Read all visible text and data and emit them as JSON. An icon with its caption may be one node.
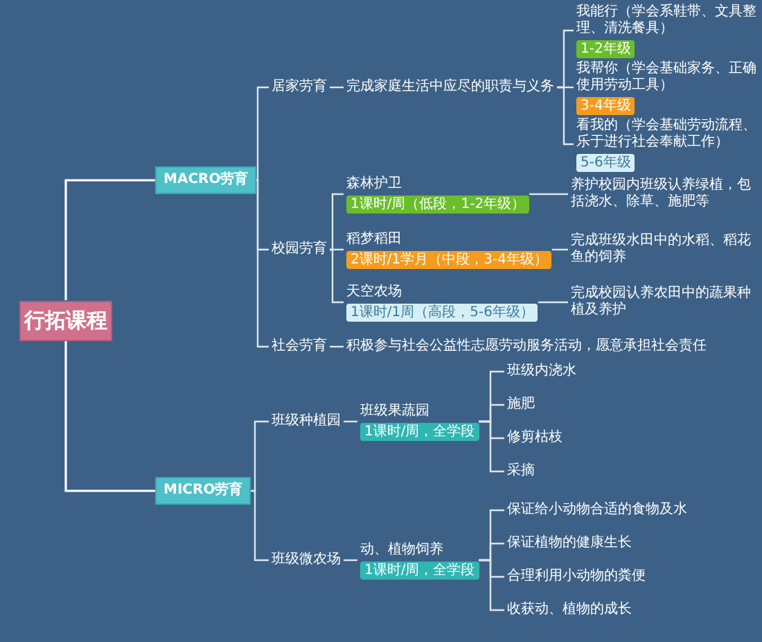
{
  "diagram": {
    "nodes": [
      {
        "text": [
          "行拓课程"
        ]
      },
      {
        "text": [
          "MACRO劳育"
        ]
      },
      {
        "text": [
          "居家劳育"
        ]
      },
      {
        "text": [
          "完成家庭生活中应尽的职责与义务"
        ]
      },
      {
        "text": [
          "我能行（学会系鞋带、文具整理、清洗餐具）",
          "1-2年级"
        ]
      },
      {
        "text": [
          "我帮你（学会基础家务、正确使用劳动工具）",
          "3-4年级"
        ]
      },
      {
        "text": [
          "看我的（学会基础劳动流程、乐于进行社会奉献工作）",
          "5-6年级"
        ]
      },
      {
        "text": [
          "校园劳育"
        ]
      },
      {
        "text": [
          "森林护卫",
          "1课时/周（低段，1-2年级）"
        ]
      },
      {
        "text": [
          "养护校园内班级认养绿植，包括浇水、除草、施肥等"
        ]
      },
      {
        "text": [
          "稻梦稻田",
          "2课时/1学月（中段，3-4年级）"
        ]
      },
      {
        "text": [
          "完成班级水田中的水稻、稻花鱼的饲养"
        ]
      },
      {
        "text": [
          "天空农场",
          "1课时/1周（高段，5-6年级）"
        ]
      },
      {
        "text": [
          "完成校园认养农田中的蔬果种植及养护"
        ]
      },
      {
        "text": [
          "社会劳育"
        ]
      },
      {
        "text": [
          "积极参与社会公益性志愿劳动服务活动，愿意承担社会责任"
        ]
      },
      {
        "text": [
          "MICRO劳育"
        ]
      },
      {
        "text": [
          "班级种植园"
        ]
      },
      {
        "text": [
          "班级果蔬园",
          "1课时/周，全学段"
        ]
      },
      {
        "text": [
          "班级内浇水"
        ]
      },
      {
        "text": [
          "施肥"
        ]
      },
      {
        "text": [
          "修剪枯枝"
        ]
      },
      {
        "text": [
          "采摘"
        ]
      },
      {
        "text": [
          "班级微农场"
        ]
      },
      {
        "text": [
          "动、植物饲养",
          "1课时/周，全学段"
        ]
      },
      {
        "text": [
          "保证给小动物合适的食物及水"
        ]
      },
      {
        "text": [
          "保证植物的健康生长"
        ]
      },
      {
        "text": [
          "合理利用小动物的粪便"
        ]
      },
      {
        "text": [
          "收获动、植物的成长"
        ]
      }
    ],
    "edges": [
      {
        "from": 0,
        "to": 1,
        "arrow": "none"
      },
      {
        "from": 0,
        "to": 16,
        "arrow": "none"
      },
      {
        "from": 1,
        "to": 2,
        "arrow": "none"
      },
      {
        "from": 1,
        "to": 7,
        "arrow": "none"
      },
      {
        "from": 1,
        "to": 14,
        "arrow": "none"
      },
      {
        "from": 2,
        "to": 3,
        "arrow": "none"
      },
      {
        "from": 3,
        "to": 4,
        "arrow": "none"
      },
      {
        "from": 3,
        "to": 5,
        "arrow": "none"
      },
      {
        "from": 3,
        "to": 6,
        "arrow": "none"
      },
      {
        "from": 7,
        "to": 8,
        "arrow": "none"
      },
      {
        "from": 7,
        "to": 10,
        "arrow": "none"
      },
      {
        "from": 7,
        "to": 12,
        "arrow": "none"
      },
      {
        "from": 8,
        "to": 9,
        "arrow": "none"
      },
      {
        "from": 10,
        "to": 11,
        "arrow": "none"
      },
      {
        "from": 12,
        "to": 13,
        "arrow": "none"
      },
      {
        "from": 14,
        "to": 15,
        "arrow": "none"
      },
      {
        "from": 16,
        "to": 17,
        "arrow": "none"
      },
      {
        "from": 16,
        "to": 23,
        "arrow": "none"
      },
      {
        "from": 17,
        "to": 18,
        "arrow": "none"
      },
      {
        "from": 18,
        "to": 19,
        "arrow": "none"
      },
      {
        "from": 18,
        "to": 20,
        "arrow": "none"
      },
      {
        "from": 18,
        "to": 21,
        "arrow": "none"
      },
      {
        "from": 18,
        "to": 22,
        "arrow": "none"
      },
      {
        "from": 23,
        "to": 24,
        "arrow": "none"
      },
      {
        "from": 24,
        "to": 25,
        "arrow": "none"
      },
      {
        "from": 24,
        "to": 26,
        "arrow": "none"
      },
      {
        "from": 24,
        "to": 27,
        "arrow": "none"
      },
      {
        "from": 24,
        "to": 28,
        "arrow": "none"
      }
    ]
  }
}
